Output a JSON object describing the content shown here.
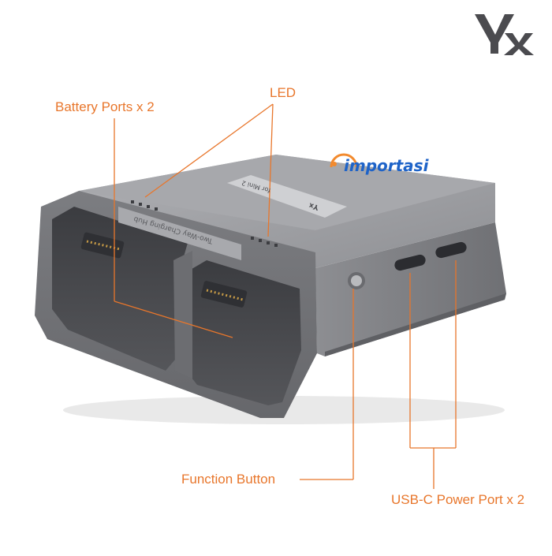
{
  "logo": {
    "text": "Yx",
    "icon": "yx-logo-icon",
    "color": "#4b4b4f"
  },
  "watermark": {
    "text": "importasi",
    "icon": "watermark-icon",
    "color": "#1e63c8",
    "accent": "#f28a2e"
  },
  "device": {
    "sticker_text": "for Mini 2",
    "sticker_logo": "Yx",
    "side_text": "Two-Way Charging Hub",
    "body_color": "#8a8b8f",
    "top_color": "#a4a5a9",
    "dark_color": "#5c5d61"
  },
  "callouts": {
    "color": "#e8762b",
    "battery_ports": "Battery Ports x 2",
    "led": "LED",
    "function_button": "Function Button",
    "usb_c": "USB-C Power Port x 2"
  }
}
